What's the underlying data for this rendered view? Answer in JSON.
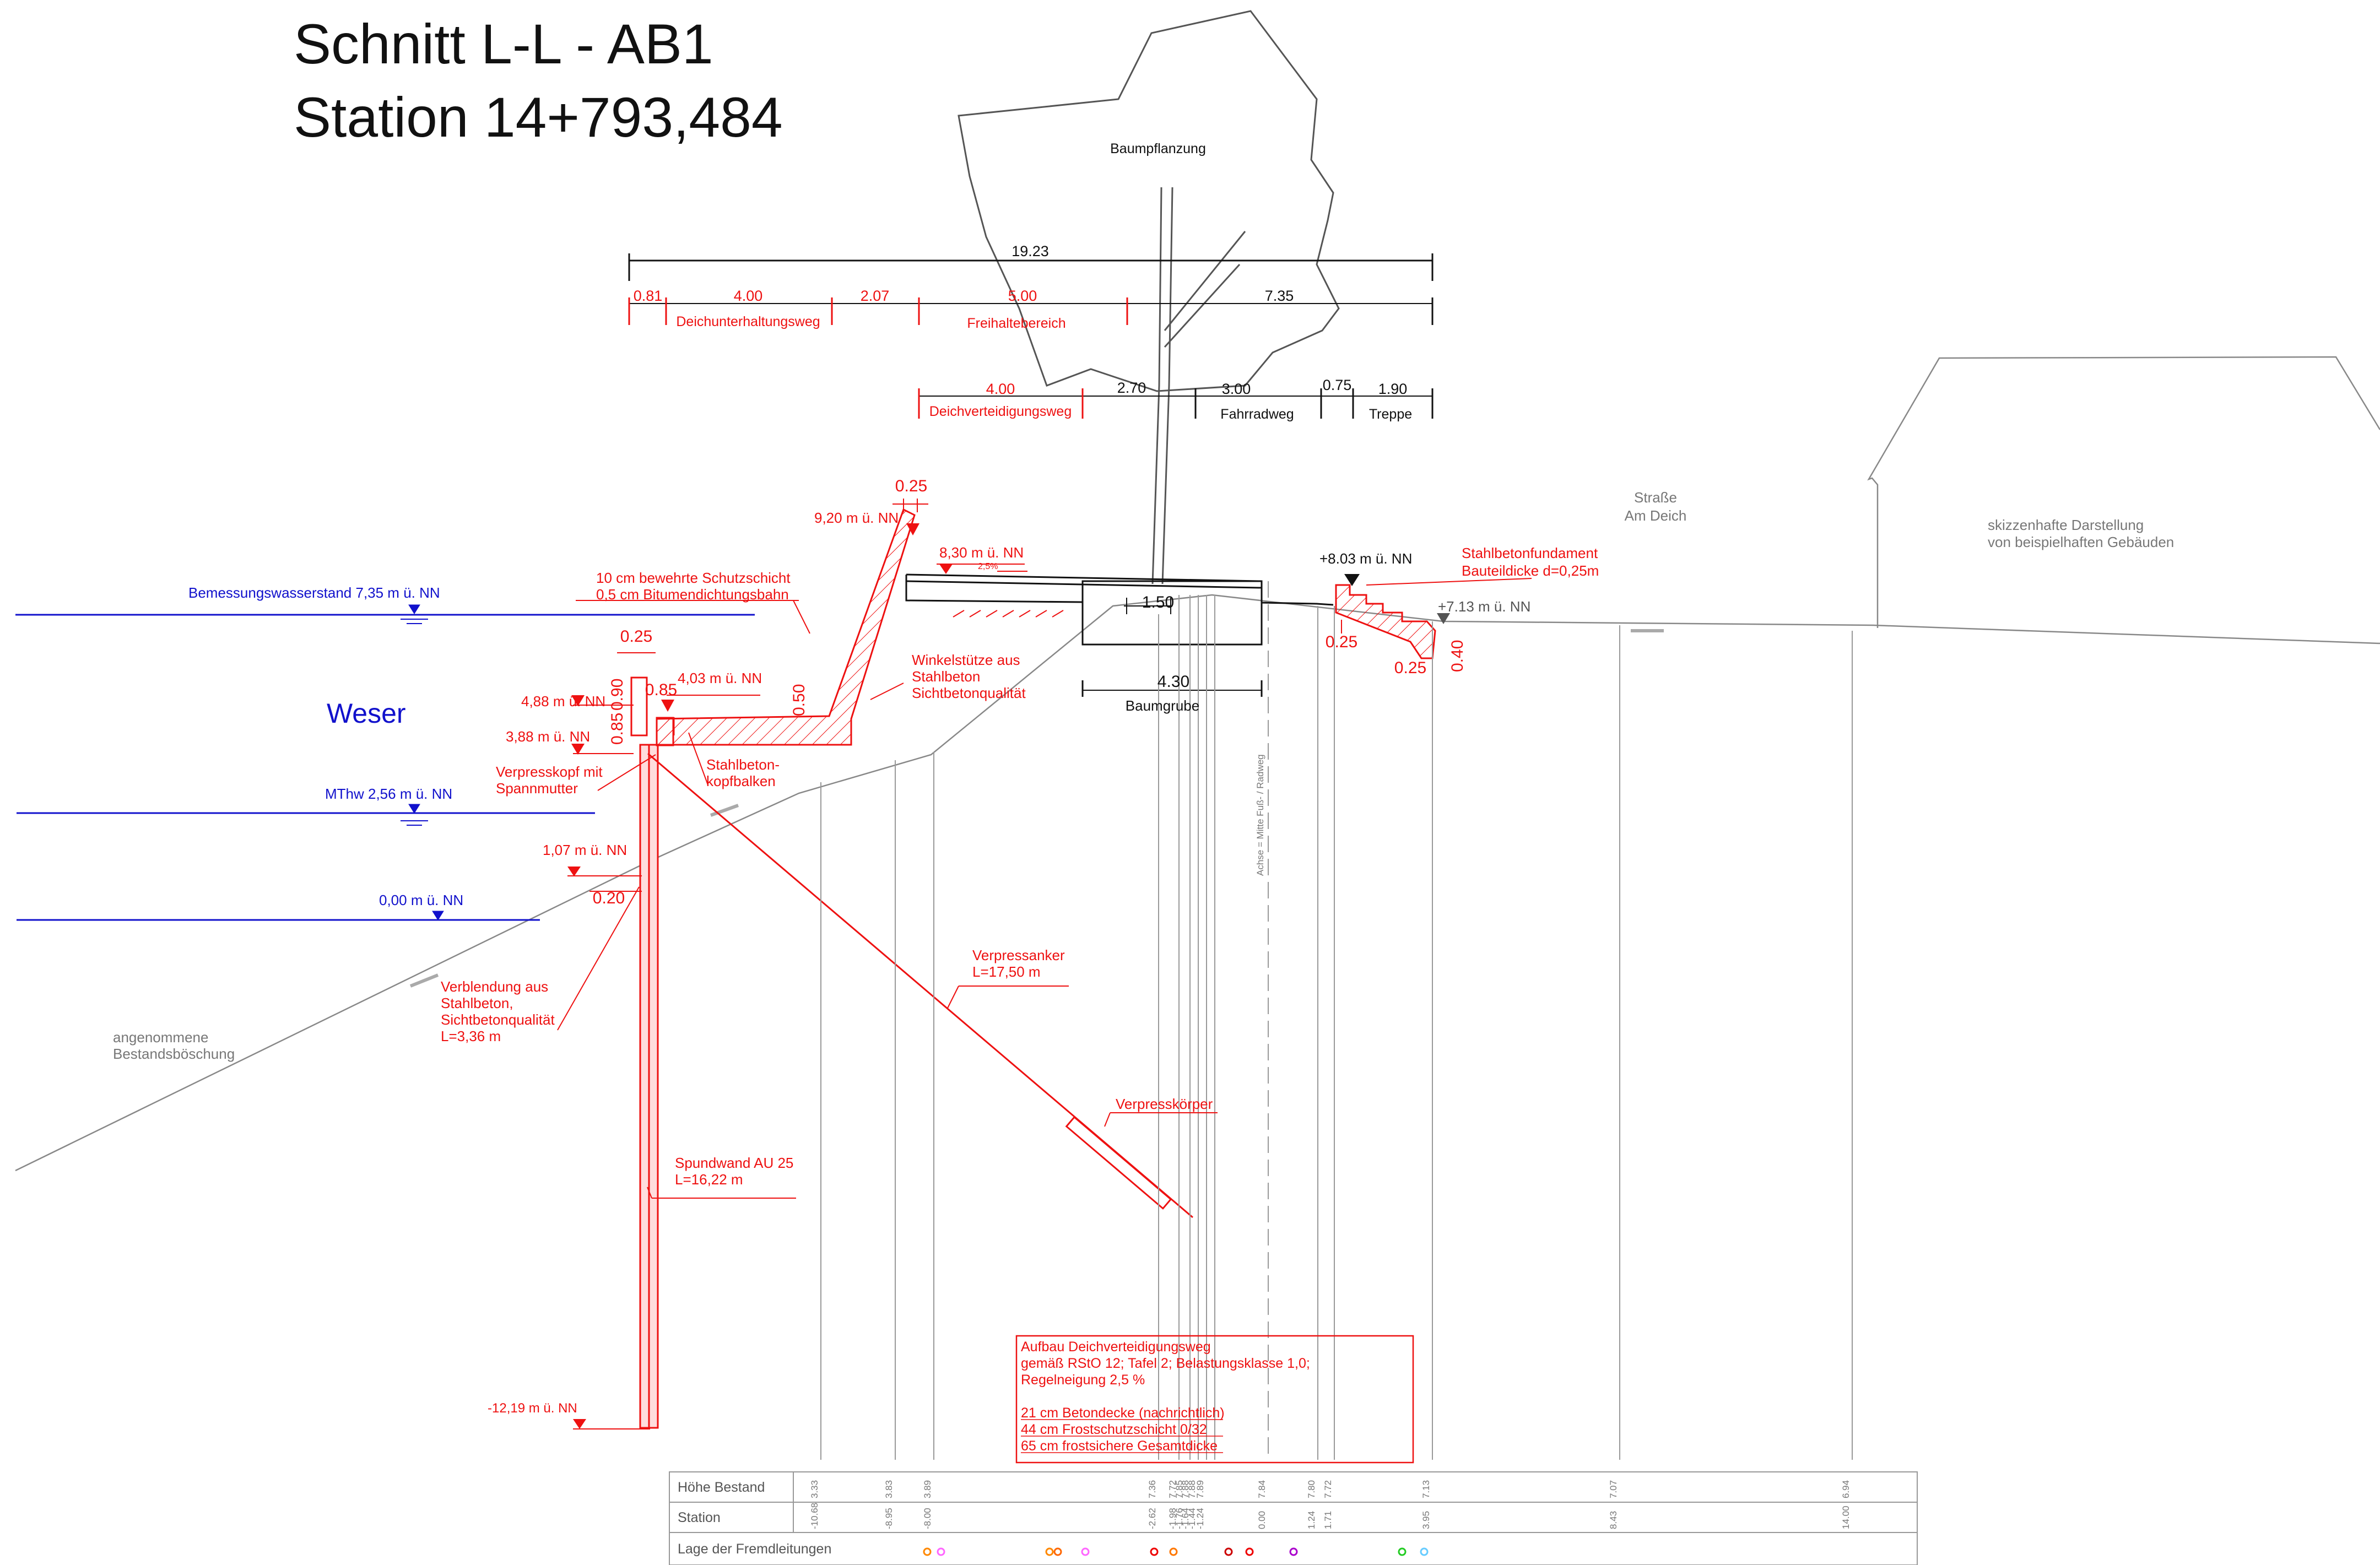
{
  "title": {
    "line1": "Schnitt L-L - AB1",
    "line2": "Station 14+793,484"
  },
  "colors": {
    "red": "#ee1111",
    "blue": "#1111cc",
    "black": "#111111",
    "gray": "#777777"
  },
  "tree_label": "Baumpflanzung",
  "dims_top": {
    "total": "19.23",
    "d081": "0.81",
    "d400a": "4.00",
    "d207": "2.07",
    "d500": "5.00",
    "d735": "7.35",
    "deichunterhaltungsweg": "Deichunterhaltungsweg",
    "freihaltebereich": "Freihaltebereich",
    "d400b": "4.00",
    "deichverteidigungsweg": "Deichverteidigungsweg",
    "d270": "2.70",
    "d300": "3.00",
    "fahrradweg": "Fahrradweg",
    "d075": "0.75",
    "d190": "1.90",
    "treppe": "Treppe"
  },
  "labels": {
    "weser": "Weser",
    "bemessung": "Bemessungswasserstand 7,35 m ü. NN",
    "mthw": "MThw 2,56 m ü. NN",
    "nn0": "0,00 m ü. NN",
    "el920": "9,20 m ü. NN",
    "d025_top": "0.25",
    "el830": "8,30 m ü. NN",
    "slope": "2,5%",
    "d150": "1.50",
    "d430": "4.30",
    "baumgrube": "Baumgrube",
    "el803": "+8.03 m ü. NN",
    "el713": "+7.13 m ü. NN",
    "stahlfund1": "Stahlbetonfundament",
    "stahlfund2": "Bauteildicke d=0,25m",
    "d025_f1": "0.25",
    "d025_f2": "0.25",
    "d040": "0.40",
    "strasse1": "Straße",
    "strasse2": "Am Deich",
    "skizze1": "skizzenhafte Darstellung",
    "skizze2": "von beispielhaften Gebäuden",
    "schutz1": "10 cm bewehrte Schutzschicht",
    "schutz2": "0,5 cm Bitumendichtungsbahn",
    "d025_wall": "0.25",
    "d090": "0.90",
    "d085a": "0.85",
    "d085b": "0.85",
    "d050": "0.50",
    "el488": "4,88 m ü. NN",
    "el403": "4,03 m ü. NN",
    "el388": "3,88 m ü. NN",
    "winkel1": "Winkelstütze aus",
    "winkel2": "Stahlbeton",
    "winkel3": "Sichtbetonqualität",
    "kopf1": "Stahlbeton-",
    "kopf2": "kopfbalken",
    "verpresskopf1": "Verpresskopf mit",
    "verpresskopf2": "Spannmutter",
    "el107": "1,07 m ü. NN",
    "d020": "0.20",
    "verbl1": "Verblendung aus",
    "verbl2": "Stahlbeton,",
    "verbl3": "Sichtbetonqualität",
    "verbl4": "L=3,36 m",
    "boeschung1": "angenommene",
    "boeschung2": "Bestandsböschung",
    "anker1": "Verpressanker",
    "anker2": "L=17,50 m",
    "koerper": "Verpresskörper",
    "spund1": "Spundwand AU 25",
    "spund2": "L=16,22 m",
    "el1219": "-12,19 m ü. NN",
    "achse": "Achse = Mitte Fuß- / Radweg"
  },
  "aufbau": [
    "Aufbau Deichverteidigungsweg",
    "gemäß RStO 12; Tafel 2; Belastungsklasse 1,0;",
    "Regelneigung 2,5 %",
    "",
    "21 cm Betondecke (nachrichtlich)",
    "44 cm Frostschutzschicht 0/32",
    "65 cm frostsichere Gesamtdicke"
  ],
  "table": {
    "row1": "Höhe Bestand",
    "row2": "Station",
    "row3": "Lage der Fremdleitungen",
    "hoehe": [
      "3.33",
      "3.83",
      "3.89",
      "7.36",
      "7.72",
      "7.85",
      "7.88",
      "7.88",
      "7.89",
      "7.84",
      "7.80",
      "7.72",
      "7.13",
      "7.07",
      "6.94"
    ],
    "station": [
      "-10.68",
      "-8.95",
      "-8.00",
      "-2.62",
      "-1.98",
      "-1.76",
      "-1.64",
      "-1.44",
      "-1.24",
      "0.00",
      "1.24",
      "1.71",
      "3.95",
      "8.43",
      "14.00"
    ],
    "utility_colors": [
      "#ff8800",
      "#ff66ff",
      "#ff8800",
      "#ff6600",
      "#ff66ff",
      "#ee0000",
      "#ff7700",
      "#cc0000",
      "#ee0000",
      "#aa00cc",
      "#22cc22",
      "#66ccff"
    ]
  }
}
